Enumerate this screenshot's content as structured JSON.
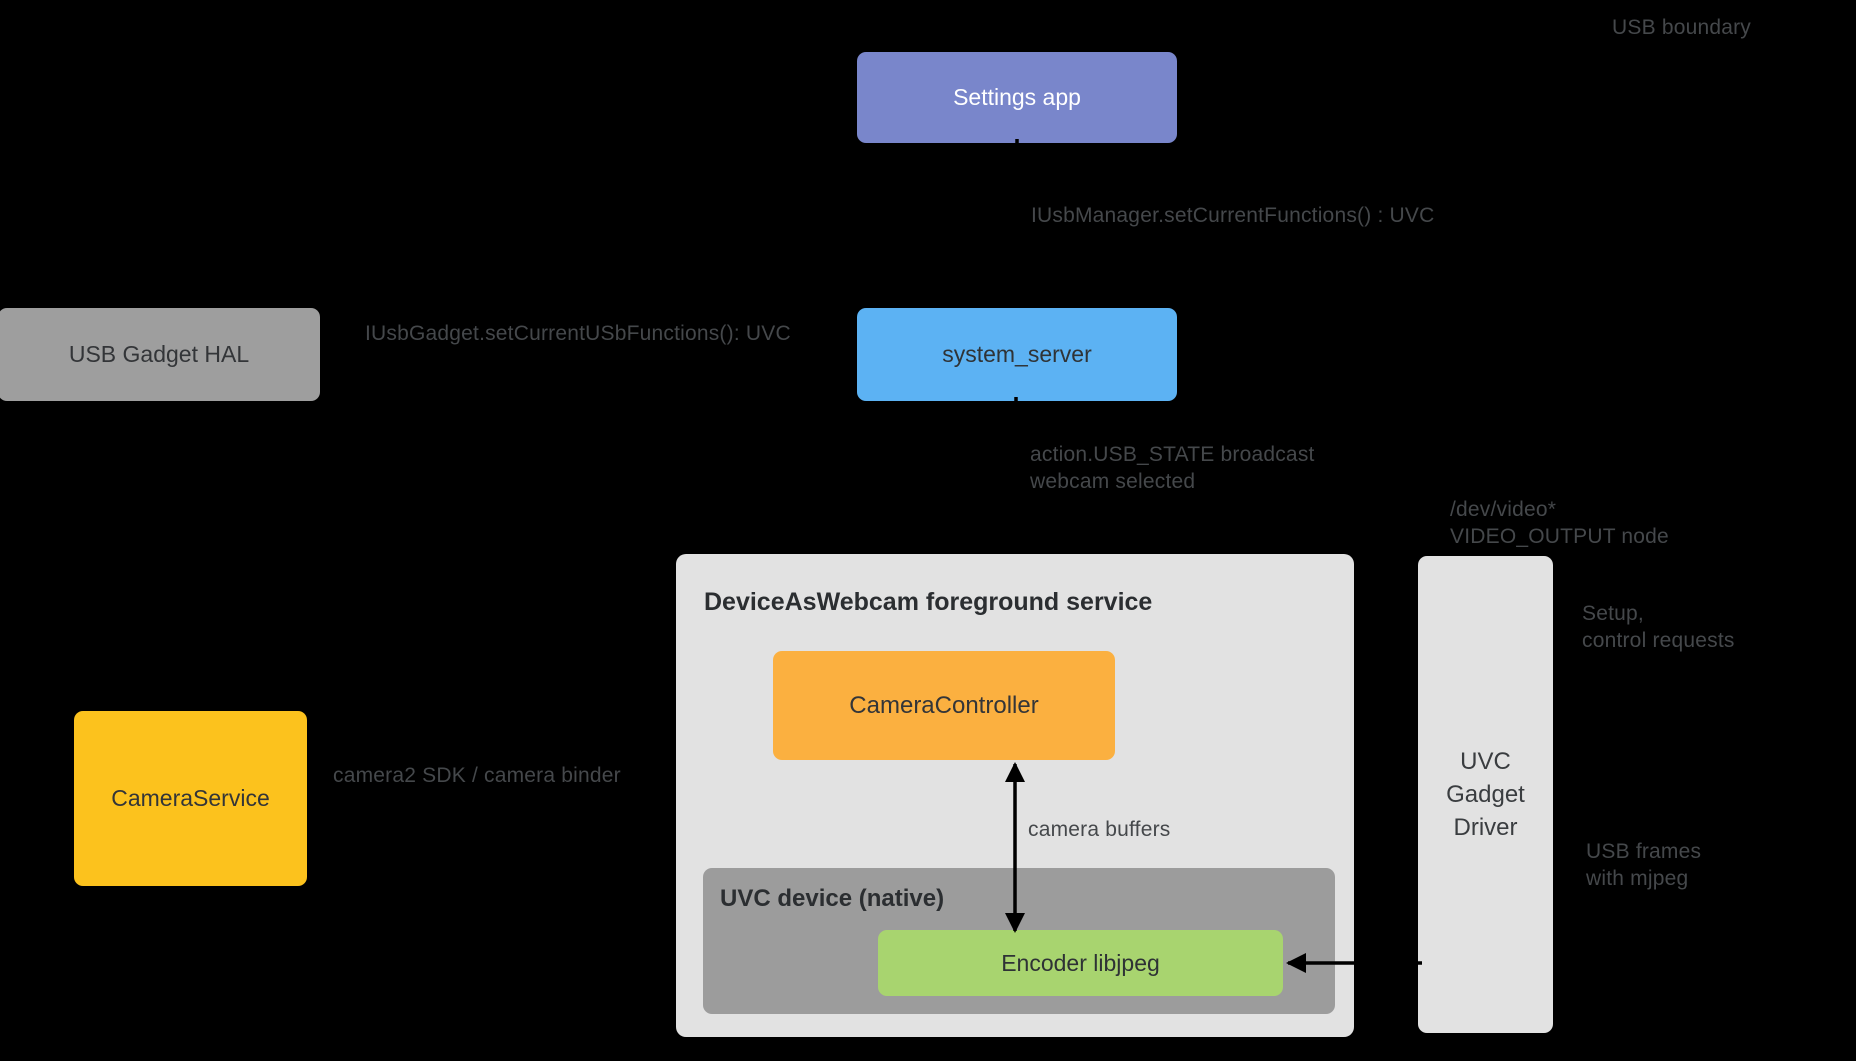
{
  "nodes": {
    "settings_app": {
      "label": "Settings app"
    },
    "system_server": {
      "label": "system_server"
    },
    "usb_gadget_hal": {
      "label": "USB Gadget HAL"
    },
    "camera_service": {
      "label": "CameraService"
    },
    "device_as_webcam": {
      "title": "DeviceAsWebcam foreground service"
    },
    "camera_controller": {
      "label": "CameraController"
    },
    "uvc_device_native": {
      "title": "UVC device (native)"
    },
    "encoder": {
      "label": "Encoder libjpeg"
    },
    "uvc_gadget_driver": {
      "line1": "UVC",
      "line2": "Gadget",
      "line3": "Driver"
    }
  },
  "labels": {
    "usb_boundary": "USB boundary",
    "iusbmanager_call": "IUsbManager.setCurrentFunctions() : UVC",
    "iusbgadget_call": "IUsbGadget.setCurrentUSbFunctions(): UVC",
    "usb_state": {
      "line1": "action.USB_STATE broadcast",
      "line2": "webcam selected"
    },
    "dev_video": {
      "line1": "/dev/video*",
      "line2": "VIDEO_OUTPUT node"
    },
    "setup_control": {
      "line1": "Setup,",
      "line2": "control requests"
    },
    "camera2_sdk": "camera2 SDK / camera binder",
    "camera_buffers": "camera buffers",
    "usb_frames": {
      "line1": "USB frames",
      "line2": "with mjpeg"
    }
  },
  "colors": {
    "background": "#000000",
    "settings_app": "#7986CB",
    "system_server": "#5CB2F3",
    "usb_gadget_hal": "#9E9E9E",
    "camera_service": "#FCC21D",
    "camera_controller": "#FBB040",
    "encoder": "#A8D46F",
    "service_container": "#E2E2E2",
    "uvc_device_container": "#9C9C9C",
    "uvc_gadget_driver": "#E2E2E2",
    "annotation_text": "#45484B",
    "box_text": "#333538",
    "settings_text": "#FFFFFF",
    "arrow": "#000000"
  }
}
